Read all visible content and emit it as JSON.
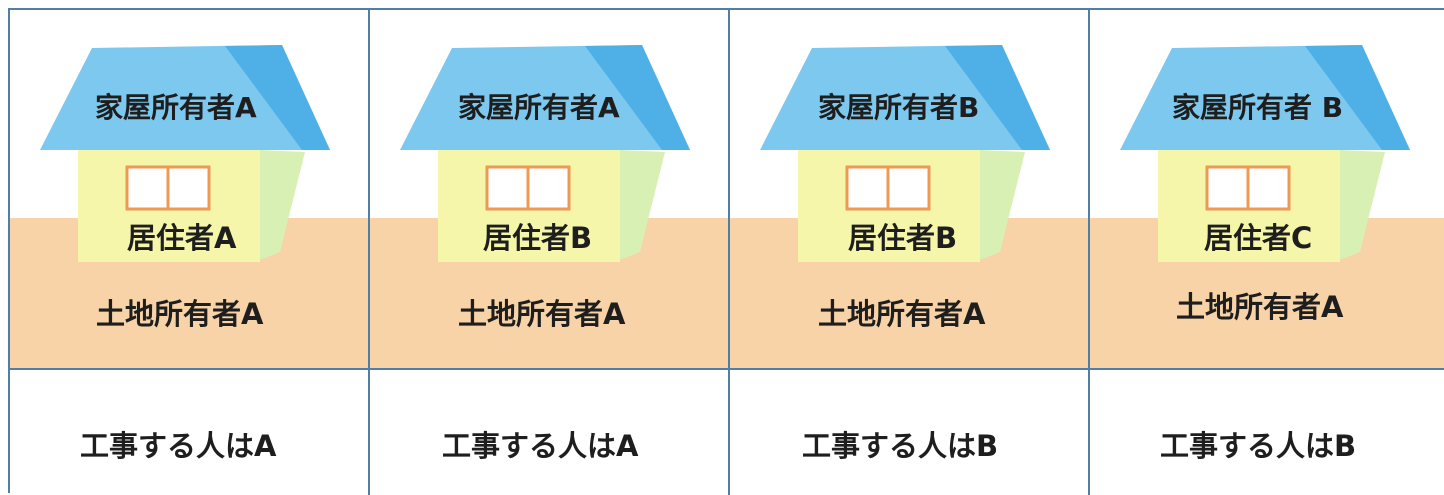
{
  "colors": {
    "border": "#4f7fa6",
    "ground": "#f7d3a7",
    "roof_front": "#7cc8ee",
    "roof_side": "#4fb0e8",
    "wall_front": "#f6f6aa",
    "wall_side": "#d9f0b5",
    "window_frame": "#ee9a55"
  },
  "cases": [
    {
      "house_owner": "家屋所有者A",
      "resident": "居住者A",
      "land_owner": "土地所有者A",
      "worker": "工事する人はA"
    },
    {
      "house_owner": "家屋所有者A",
      "resident": "居住者B",
      "land_owner": "土地所有者A",
      "worker": "工事する人はA"
    },
    {
      "house_owner": "家屋所有者B",
      "resident": "居住者B",
      "land_owner": "土地所有者A",
      "worker": "工事する人はB"
    },
    {
      "house_owner": "家屋所有者 B",
      "resident": "居住者C",
      "land_owner": "土地所有者A",
      "worker": "工事する人はB"
    }
  ]
}
